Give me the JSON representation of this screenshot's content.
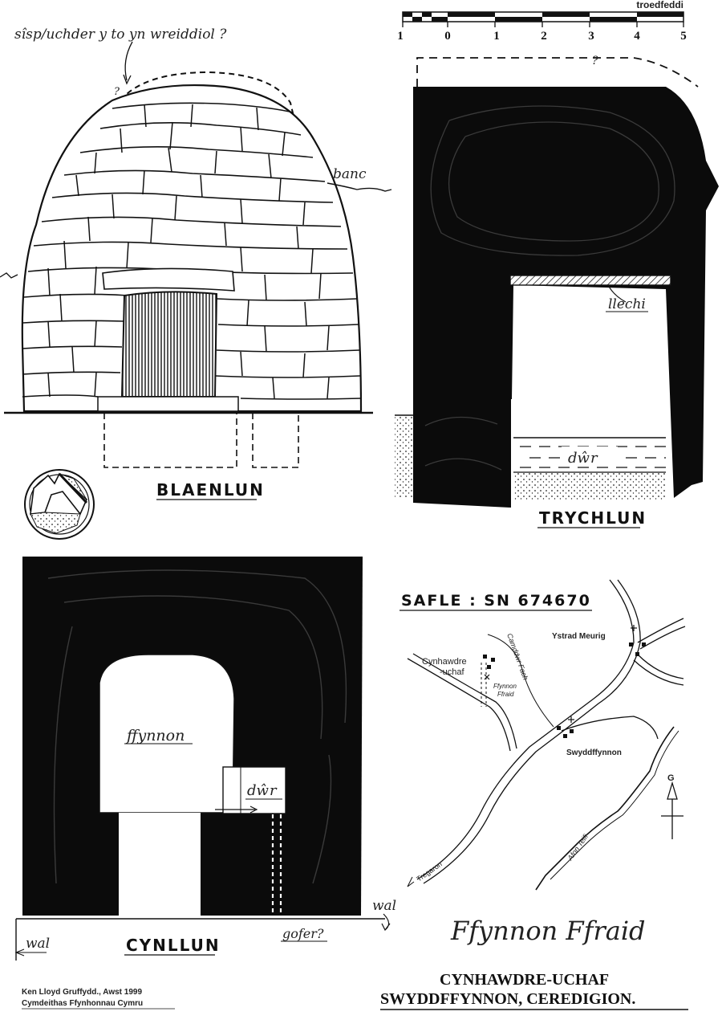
{
  "scale_bar": {
    "unit": "troedfeddi",
    "ticks": [
      "1",
      "0",
      "1",
      "2",
      "3",
      "4",
      "5"
    ]
  },
  "elevation": {
    "roof_note": "sîsp/uchder y to yn wreiddiol ?",
    "roof_q": "?",
    "bank_label": "banc",
    "title": "BLAENLUN"
  },
  "section": {
    "roof_q": "?",
    "slates_label": "llechi",
    "water_label": "dŵr",
    "title": "TRYCHLUN"
  },
  "plan": {
    "well_label": "ffynnon",
    "water_label": "dŵr",
    "wall_right": "wal",
    "wall_left": "wal",
    "culvert_label": "gofer?",
    "title": "CYNLLUN"
  },
  "map": {
    "site_ref": "SAFLE : SN  674670",
    "places": {
      "ystrad_meurig": "Ystrad Meurig",
      "cynhawdre_1": "Cynhawdre",
      "cynhawdre_2": "-uchaf",
      "well_1": "Ffynnon",
      "well_2": "Ffraid",
      "stream": "Camddwr Fach",
      "swyddffynnon": "Swyddffynnon",
      "tregaron": "Tregaron",
      "river": "Afon Teifi",
      "north": "G"
    }
  },
  "title_block": {
    "name": "Ffynnon Ffraid",
    "location_1": "CYNHAWDRE-UCHAF",
    "location_2": "SWYDDFFYNNON, CEREDIGION.",
    "credit_1": "Ken Lloyd Gruffydd., Awst 1999",
    "credit_2": "Cymdeithas Ffynhonnau Cymru"
  }
}
